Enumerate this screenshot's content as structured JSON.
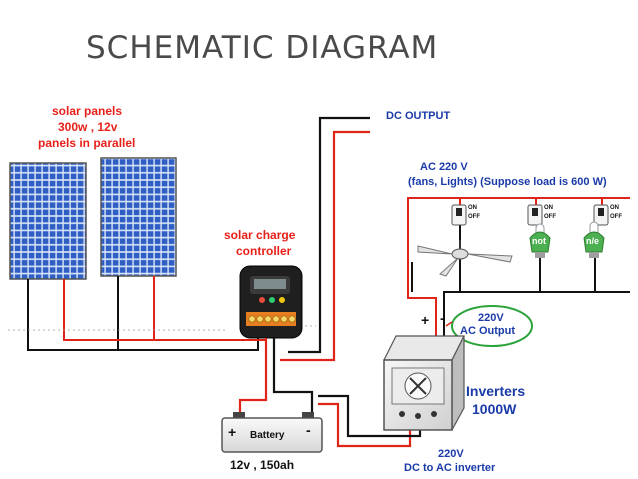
{
  "title": "SCHEMATIC  DIAGRAM",
  "labels": {
    "panels_line1": "solar panels",
    "panels_line2": "300w , 12v",
    "panels_line3": "panels in parallel",
    "controller_line1": "solar charge",
    "controller_line2": "controller",
    "dc_output": "DC OUTPUT",
    "ac_line1": "AC 220 V",
    "ac_line2": "(fans, Lights)  (Suppose  load is 600 W)",
    "ac_output_line1": "220V",
    "ac_output_line2": "AC Output",
    "inverter_line1": "Inverters",
    "inverter_line2": "1000W",
    "dc_ac_line1": "220V",
    "dc_ac_line2": "DC to AC inverter",
    "battery_label": "Battery",
    "battery_spec": "12v , 150ah",
    "switch_on": "ON",
    "switch_off": "OFF",
    "plus": "+",
    "minus": "-",
    "bulb1_text": "not",
    "bulb2_text": "n/e"
  },
  "colors": {
    "wire_positive": "#e02418",
    "wire_negative": "#111111",
    "label_red": "#e8201a",
    "label_blue": "#1a3aa8",
    "panel_cell": "#2f5ec4",
    "ac_output_ring": "#2aa33a"
  }
}
